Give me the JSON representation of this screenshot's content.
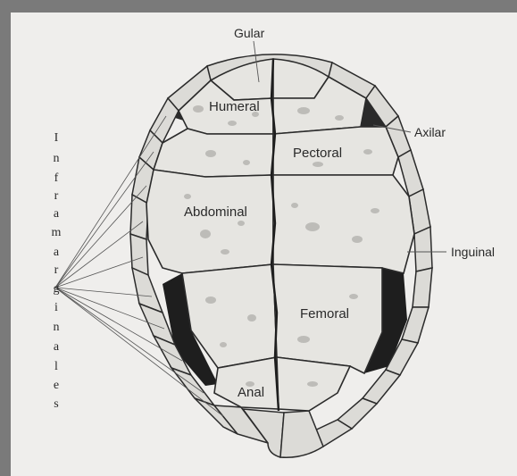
{
  "labels": {
    "gular": "Gular",
    "humeral": "Humeral",
    "axilar": "Axilar",
    "pectoral": "Pectoral",
    "abdominal": "Abdominal",
    "inguinal": "Inguinal",
    "femoral": "Femoral",
    "anal": "Anal"
  },
  "vertical_label": {
    "text": "Inframarginales",
    "letters": [
      "I",
      "n",
      "f",
      "r",
      "a",
      "m",
      "a",
      "r",
      "g",
      "i",
      "n",
      "a",
      "l",
      "e",
      "s"
    ]
  },
  "colors": {
    "frame": "#7a7a7a",
    "paper": "#efeeec",
    "shell": "#e4e3e0",
    "seam": "#2b2b2b",
    "dark_gap": "#1e1e1e"
  }
}
